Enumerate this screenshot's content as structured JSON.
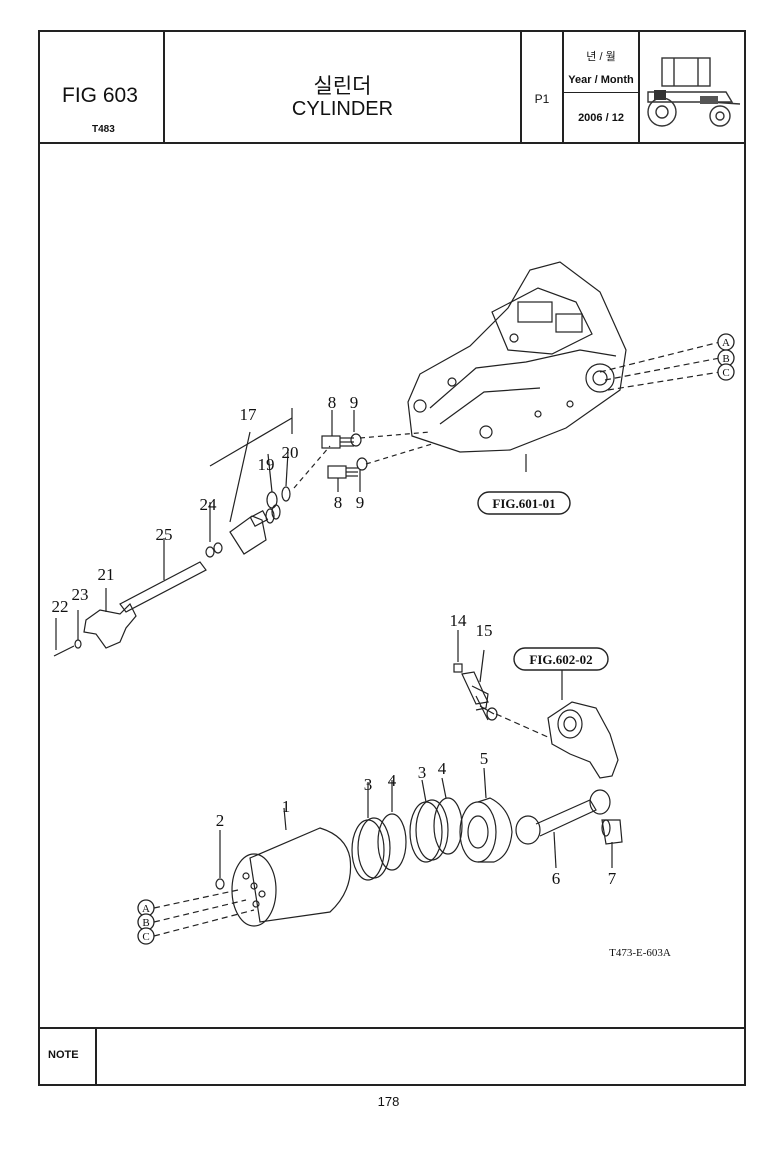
{
  "header": {
    "fig_number": "FIG 603",
    "model": "T483",
    "title_korean": "실린더",
    "title_english": "CYLINDER",
    "page": "P1",
    "year_month_korean": "년 / 월",
    "year_month_label": "Year / Month",
    "year_month_value": "2006 / 12"
  },
  "diagram": {
    "callouts": [
      "1",
      "2",
      "3",
      "4",
      "3",
      "4",
      "5",
      "6",
      "7",
      "8",
      "9",
      "8",
      "9",
      "14",
      "15",
      "17",
      "19",
      "20",
      "21",
      "22",
      "23",
      "24",
      "25"
    ],
    "connectors": [
      "A",
      "B",
      "C",
      "A",
      "B",
      "C"
    ],
    "fig_refs": [
      "FIG.601-01",
      "FIG.602-02"
    ],
    "drawing_code": "T473-E-603A"
  },
  "note": {
    "label": "NOTE"
  },
  "footer": {
    "page_number": "178"
  }
}
